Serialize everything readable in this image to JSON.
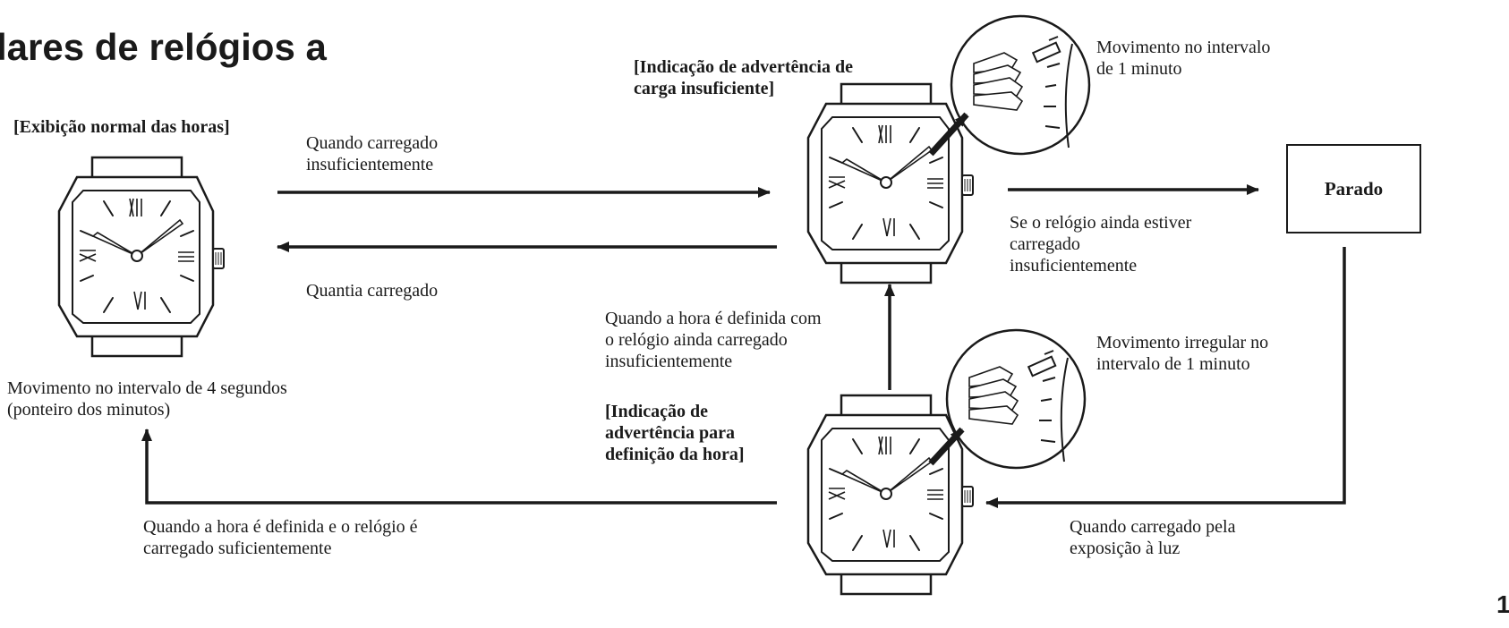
{
  "heading": "lares de relógios a",
  "labels": {
    "normal_title": "[Exibição normal das horas]",
    "normal_movement": "Movimento no intervalo de 4 segundos\n(ponteiro dos minutos)",
    "low_charge_title": "[Indicação de advertência de\ncarga insuficiente]",
    "low_charge_movement": "Movimento no intervalo\nde 1 minuto",
    "set_time_title": "[Indicação de\nadvertência para\ndefinição da hora]",
    "set_time_movement": "Movimento irregular no\nintervalo de 1 minuto",
    "stopped": "Parado"
  },
  "transitions": {
    "normal_to_low": "Quando carregado\ninsuficientemente",
    "low_to_normal": "Quantia carregado",
    "low_to_stopped": "Se o relógio ainda estiver\ncarregado\ninsuficientemente",
    "settime_to_low": "Quando a hora é definida com\no relógio ainda carregado\ninsuficientemente",
    "stopped_to_settime": "Quando carregado pela\nexposição à luz",
    "settime_to_normal": "Quando a hora é definida e o relógio é\ncarregado suficientemente"
  },
  "dial_numerals": {
    "top": "XII",
    "left": "IX",
    "right": "III",
    "bottom": "VI"
  },
  "page_number": "1"
}
